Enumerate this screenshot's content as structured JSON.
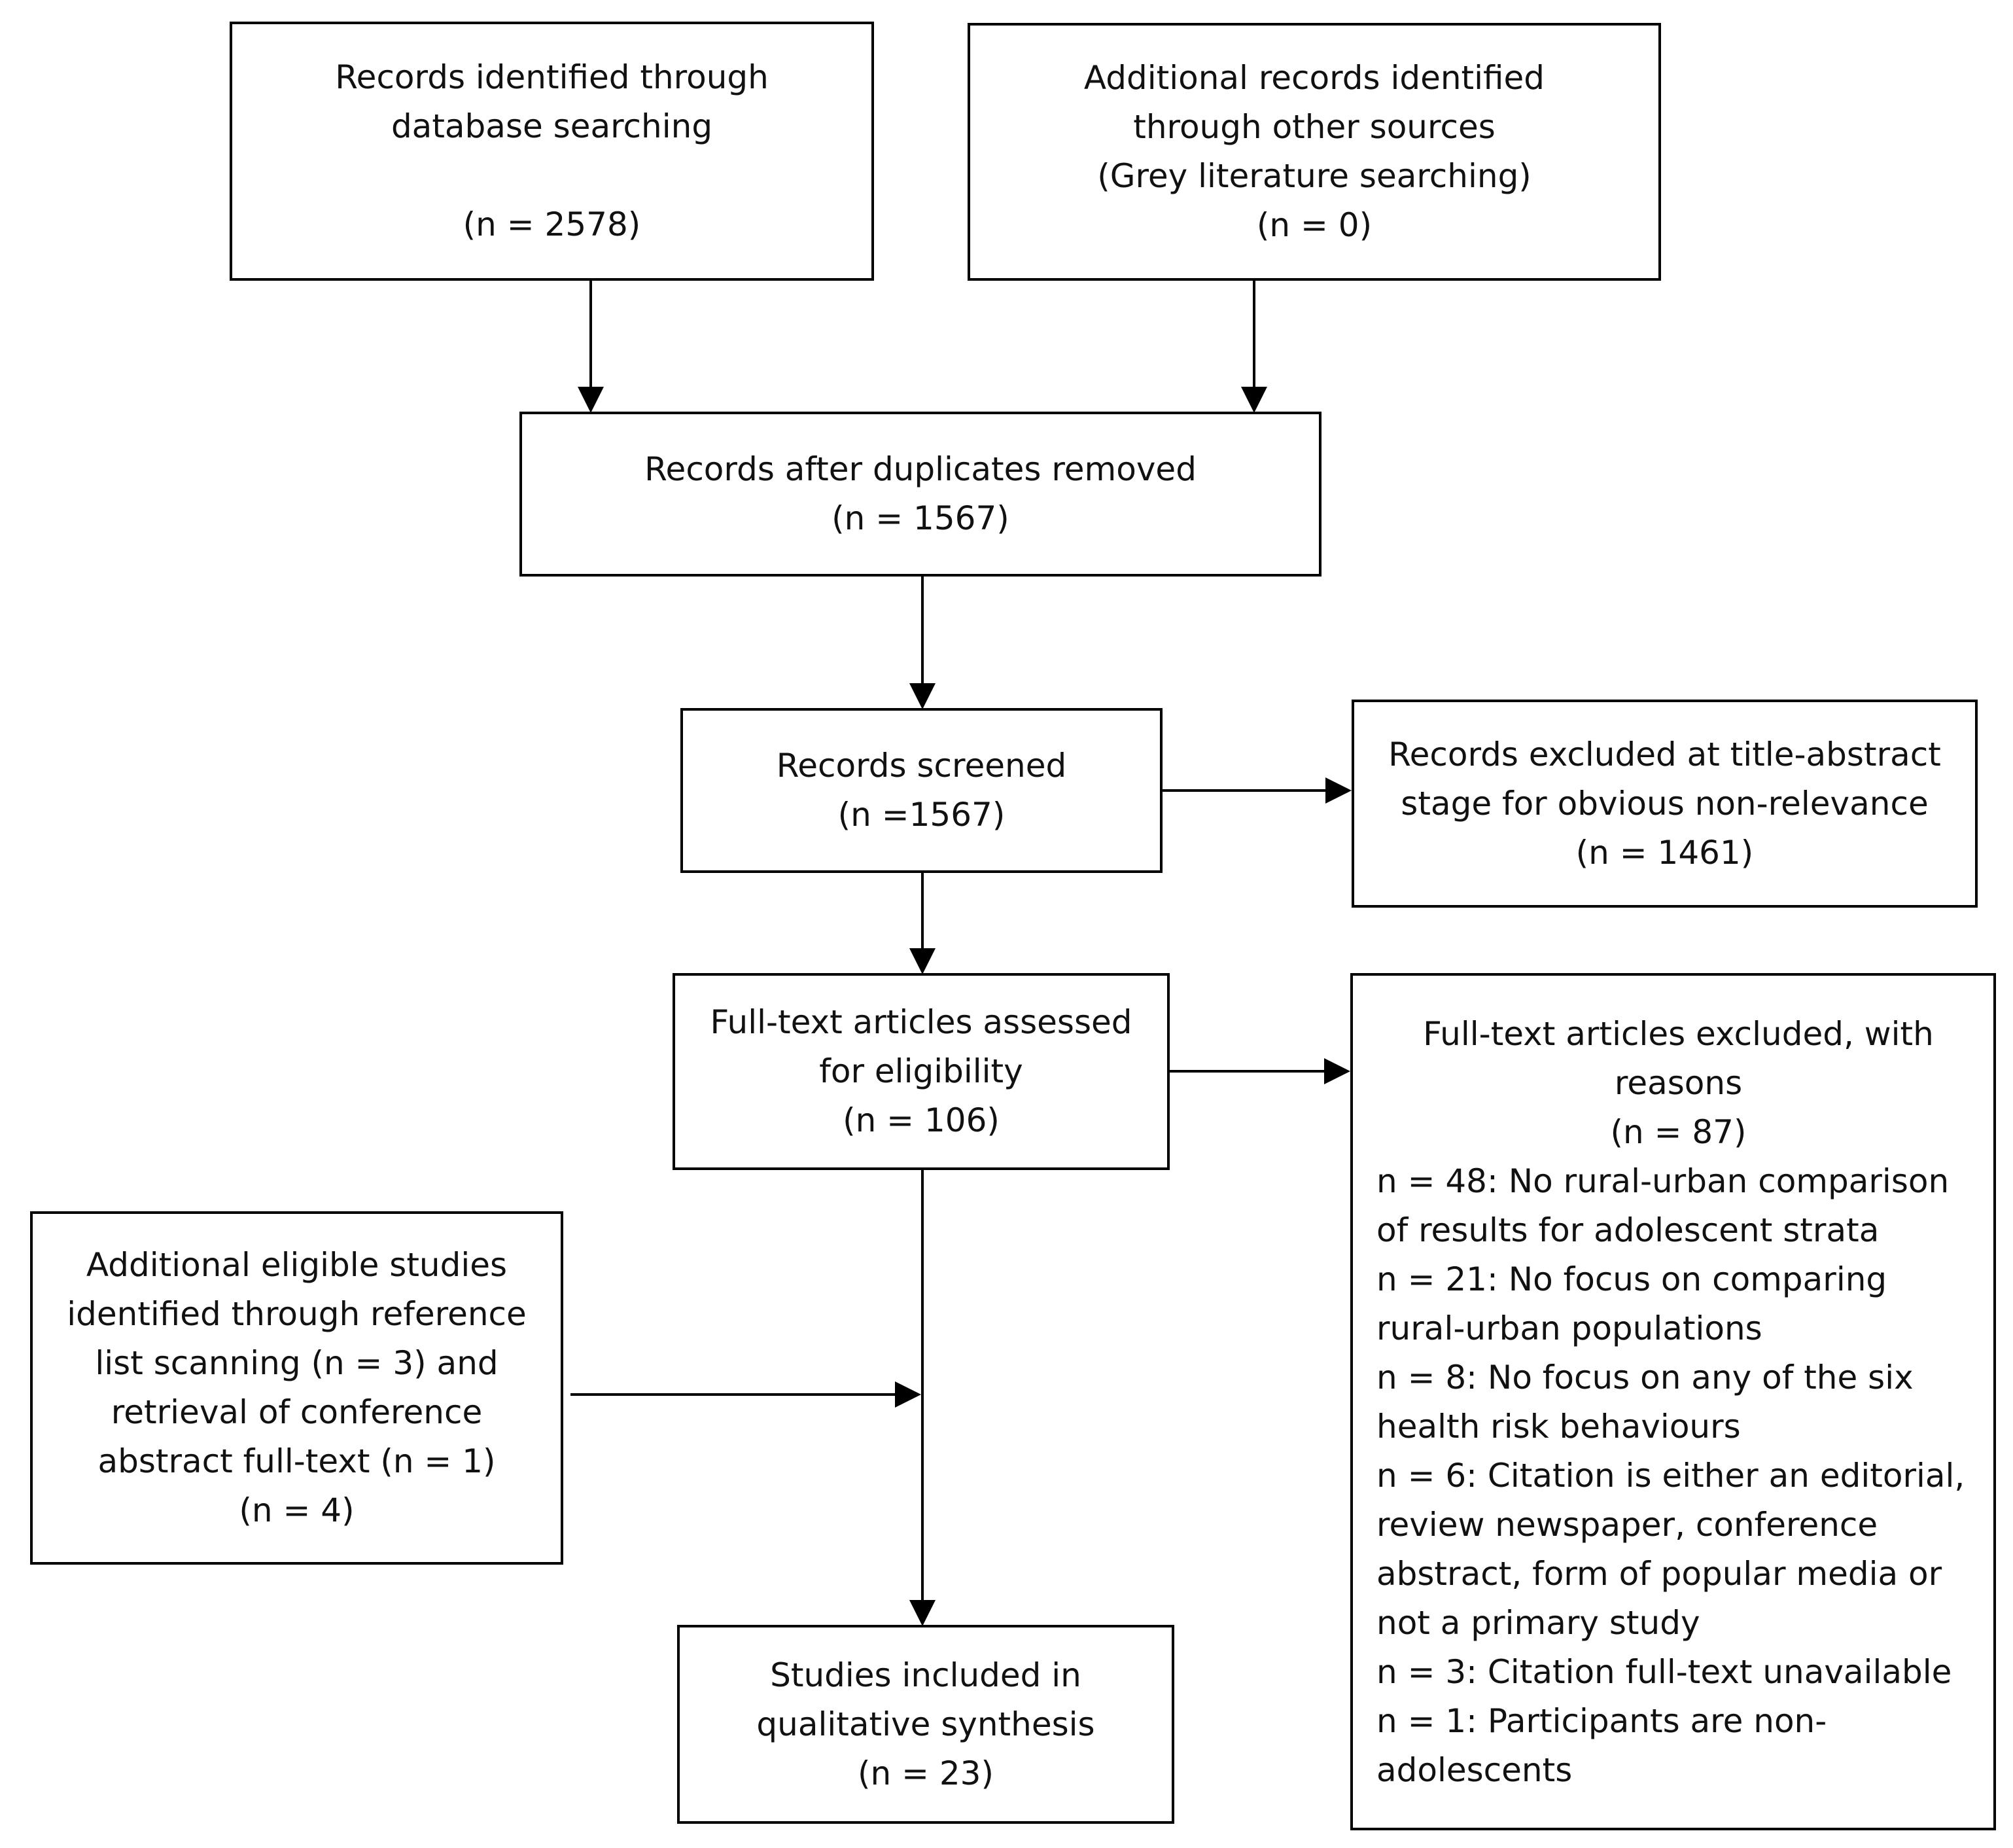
{
  "flowchart": {
    "identified_database": {
      "lines": [
        "Records identified through",
        "database searching"
      ],
      "count": "(n = 2578)"
    },
    "identified_other": {
      "lines": [
        "Additional records identified",
        "through other sources",
        "(Grey literature searching)"
      ],
      "count": "(n = 0)"
    },
    "duplicates_removed": {
      "lines": [
        "Records after duplicates removed"
      ],
      "count": "(n = 1567)"
    },
    "screened": {
      "lines": [
        "Records screened"
      ],
      "count": "(n =1567)"
    },
    "excluded_title_abstract": {
      "lines": [
        "Records excluded at title-abstract",
        "stage for obvious non-relevance"
      ],
      "count": "(n = 1461)"
    },
    "full_text_assessed": {
      "lines": [
        "Full-text articles assessed",
        "for eligibility"
      ],
      "count": "(n = 106)"
    },
    "full_text_excluded": {
      "lines": [
        "Full-text articles excluded, with",
        "reasons"
      ],
      "count": "(n = 87)",
      "reasons": [
        "n = 48: No rural-urban comparison",
        "of results for adolescent strata",
        "n = 21: No focus on comparing",
        "rural-urban populations",
        "n = 8: No focus on any of the six",
        "health risk behaviours",
        "n = 6: Citation is either an editorial,",
        "review newspaper, conference",
        "abstract, form of popular media or",
        "not a primary study",
        "n = 3: Citation full-text unavailable",
        "n = 1: Participants are non-",
        "adolescents"
      ]
    },
    "additional_eligible": {
      "lines": [
        "Additional eligible studies",
        "identified through reference",
        "list scanning (n = 3) and",
        "retrieval of conference",
        "abstract full-text (n = 1)"
      ],
      "count": "(n = 4)"
    },
    "included": {
      "lines": [
        "Studies included in",
        "qualitative synthesis"
      ],
      "count": "(n = 23)"
    }
  }
}
